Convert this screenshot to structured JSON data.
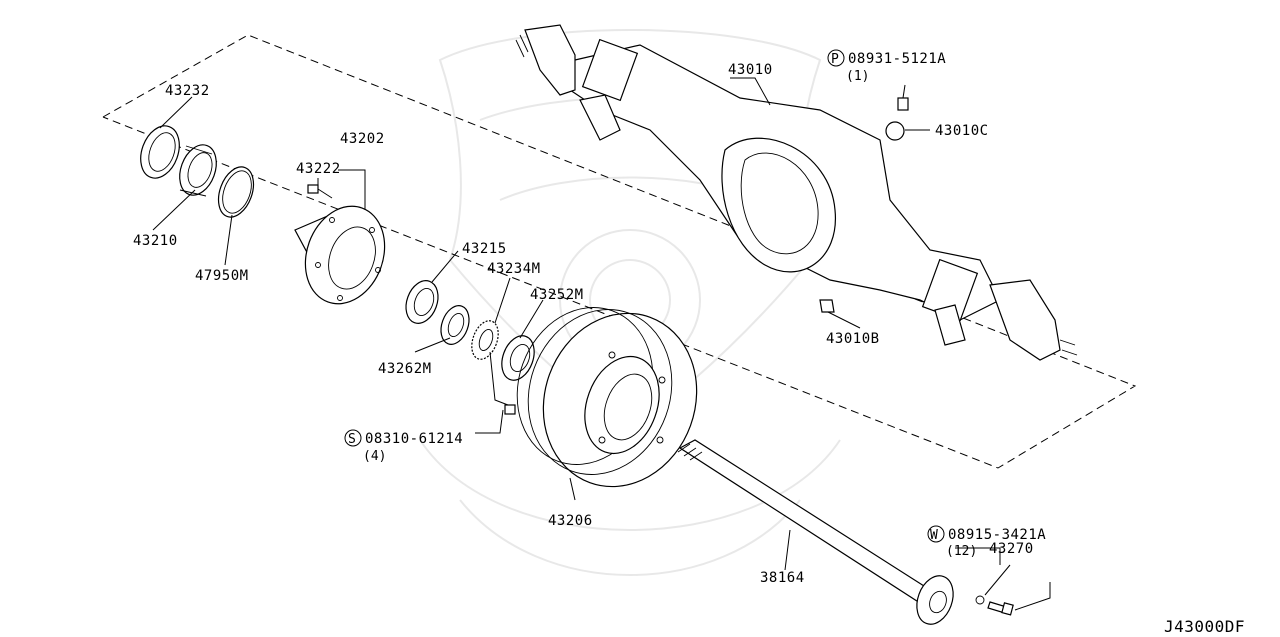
{
  "diagram_code": "J43000DF",
  "parts": [
    {
      "id": "43232",
      "label": "43232"
    },
    {
      "id": "43210",
      "label": "43210"
    },
    {
      "id": "47950M",
      "label": "47950M"
    },
    {
      "id": "43222",
      "label": "43222"
    },
    {
      "id": "43202",
      "label": "43202"
    },
    {
      "id": "43215",
      "label": "43215"
    },
    {
      "id": "43234M",
      "label": "43234M"
    },
    {
      "id": "43252M",
      "label": "43252M"
    },
    {
      "id": "43262M",
      "label": "43262M"
    },
    {
      "id": "43206",
      "label": "43206"
    },
    {
      "id": "43010",
      "label": "43010"
    },
    {
      "id": "43010C",
      "label": "43010C"
    },
    {
      "id": "43010B",
      "label": "43010B"
    },
    {
      "id": "38164",
      "label": "38164"
    },
    {
      "id": "43270",
      "label": "43270"
    }
  ],
  "callouts": [
    {
      "symbol": "P",
      "number": "08931-5121A",
      "qty": "(1)"
    },
    {
      "symbol": "S",
      "number": "08310-61214",
      "qty": "(4)"
    },
    {
      "symbol": "W",
      "number": "08915-3421A",
      "qty": "(12)"
    }
  ]
}
